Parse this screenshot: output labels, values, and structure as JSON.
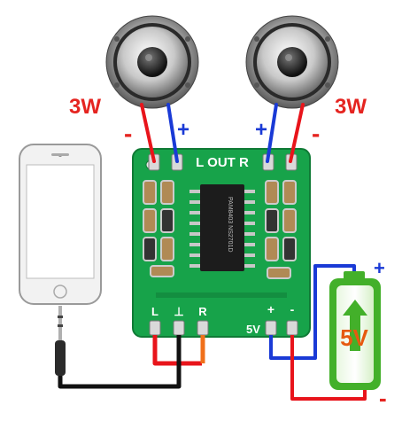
{
  "labels": {
    "power_left": "3W",
    "power_right": "3W",
    "left_minus": "-",
    "left_plus": "+",
    "right_plus": "+",
    "right_minus": "-",
    "out_header": "L  OUT  R",
    "in_l": "L",
    "in_gnd": "⊥",
    "in_r": "R",
    "board_5v": "5V",
    "board_plus": "+",
    "board_minus": "-",
    "battery_voltage": "5V",
    "battery_plus": "+",
    "battery_minus": "-",
    "chip_text": "PAM8403 NS2701D"
  },
  "colors": {
    "pcb": "#17a34a",
    "pcb_dark": "#0f7a35",
    "red_wire": "#e8141b",
    "blue_wire": "#1a3ad6",
    "black_wire": "#111111",
    "orange_wire": "#f0701a",
    "label_red": "#e52420",
    "label_blue": "#1a3ad6",
    "battery_green": "#43b02a",
    "battery_text": "#e65a10"
  },
  "icons": {
    "speaker_left": "speaker-icon",
    "speaker_right": "speaker-icon",
    "phone": "smartphone-icon",
    "jack": "audio-jack-icon",
    "battery": "battery-icon"
  }
}
